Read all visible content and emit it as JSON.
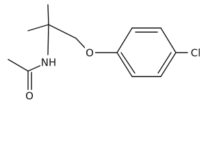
{
  "structure": {
    "atoms": {
      "nh": "NH",
      "o_carbonyl": "O",
      "o_ether": "O",
      "cl": "Cl"
    }
  }
}
